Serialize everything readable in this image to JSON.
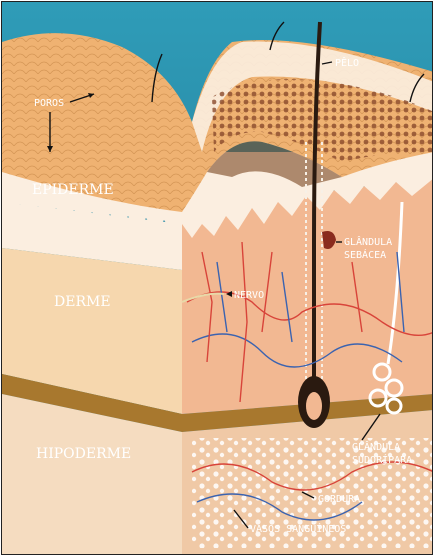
{
  "figure": {
    "layers": {
      "epidermis": "EPIDERME",
      "dermis": "DERME",
      "hypodermis": "HIPODERME"
    },
    "callouts": {
      "pores": "POROS",
      "hair": "PÊLO",
      "sebaceous_line1": "GLÂNDULA",
      "sebaceous_line2": "SEBÁCEA",
      "nerve": "NERVO",
      "sweat_line1": "GLÂNDULA",
      "sweat_line2": "SUDORÍPARA",
      "fat": "GORDURA",
      "vessels": "VASOS SANGÜÍNEOS"
    },
    "colors": {
      "background": "#2c8fab",
      "skin_surface": "#efb272",
      "block_face": "#f6d7ae",
      "dermis": "#f2b892",
      "hypodermis": "#f0c9a6",
      "gap": "#a8782e",
      "artery": "#d8443a",
      "vein": "#3b63b0",
      "hair": "#2a1a10"
    }
  }
}
